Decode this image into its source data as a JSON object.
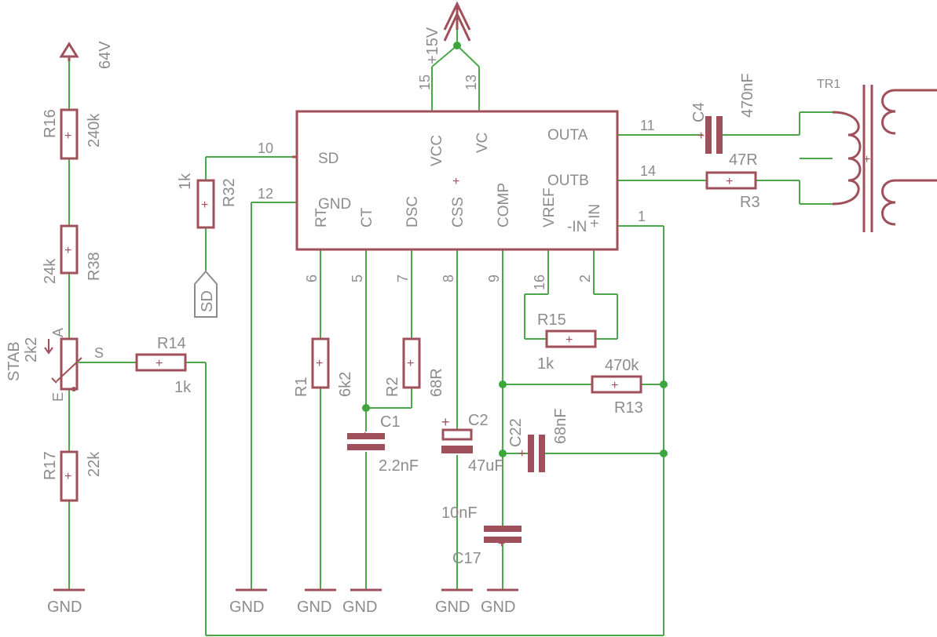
{
  "ic": {
    "pins": {
      "sd": {
        "name": "SD",
        "num": "10"
      },
      "gnd": {
        "name": "GND",
        "num": "12"
      },
      "rt": {
        "name": "RT",
        "num": "6"
      },
      "ct": {
        "name": "CT",
        "num": "5"
      },
      "dsc": {
        "name": "DSC",
        "num": "7"
      },
      "css": {
        "name": "CSS",
        "num": "8"
      },
      "comp": {
        "name": "COMP",
        "num": "9"
      },
      "vref": {
        "name": "VREF",
        "num": "16"
      },
      "inm": {
        "name": "-IN",
        "num": "2"
      },
      "inp": {
        "name": "+IN",
        "num": "1"
      },
      "vcc": {
        "name": "VCC",
        "num": "15"
      },
      "vc": {
        "name": "VC",
        "num": "13"
      },
      "outa": {
        "name": "OUTA",
        "num": "11"
      },
      "outb": {
        "name": "OUTB",
        "num": "14"
      }
    }
  },
  "supply": {
    "v15": "+15V",
    "v64": "64V"
  },
  "gnd_label": "GND",
  "sd_port": "SD",
  "components": {
    "r16": {
      "name": "R16",
      "value": "240k"
    },
    "r38": {
      "name": "R38",
      "value": "24k"
    },
    "stab": {
      "name": "STAB",
      "value": "2k2",
      "pin_a": "A",
      "pin_e": "E",
      "pin_s": "S"
    },
    "r17": {
      "name": "R17",
      "value": "22k"
    },
    "r14": {
      "name": "R14",
      "value": "1k"
    },
    "r32": {
      "name": "R32",
      "value": "1k"
    },
    "r1": {
      "name": "R1",
      "value": "6k2"
    },
    "r2": {
      "name": "R2",
      "value": "68R"
    },
    "c1": {
      "name": "C1",
      "value": "2.2nF"
    },
    "c2": {
      "name": "C2",
      "value": "47uF"
    },
    "c17": {
      "name": "C17",
      "value": "10nF"
    },
    "c22": {
      "name": "C22",
      "value": "68nF"
    },
    "r15": {
      "name": "R15",
      "value": "1k"
    },
    "r13": {
      "name": "R13",
      "value": "470k"
    },
    "c4": {
      "name": "C4",
      "value": "470nF"
    },
    "r3": {
      "name": "R3",
      "value": "47R"
    },
    "tr1": {
      "name": "TR1"
    }
  }
}
